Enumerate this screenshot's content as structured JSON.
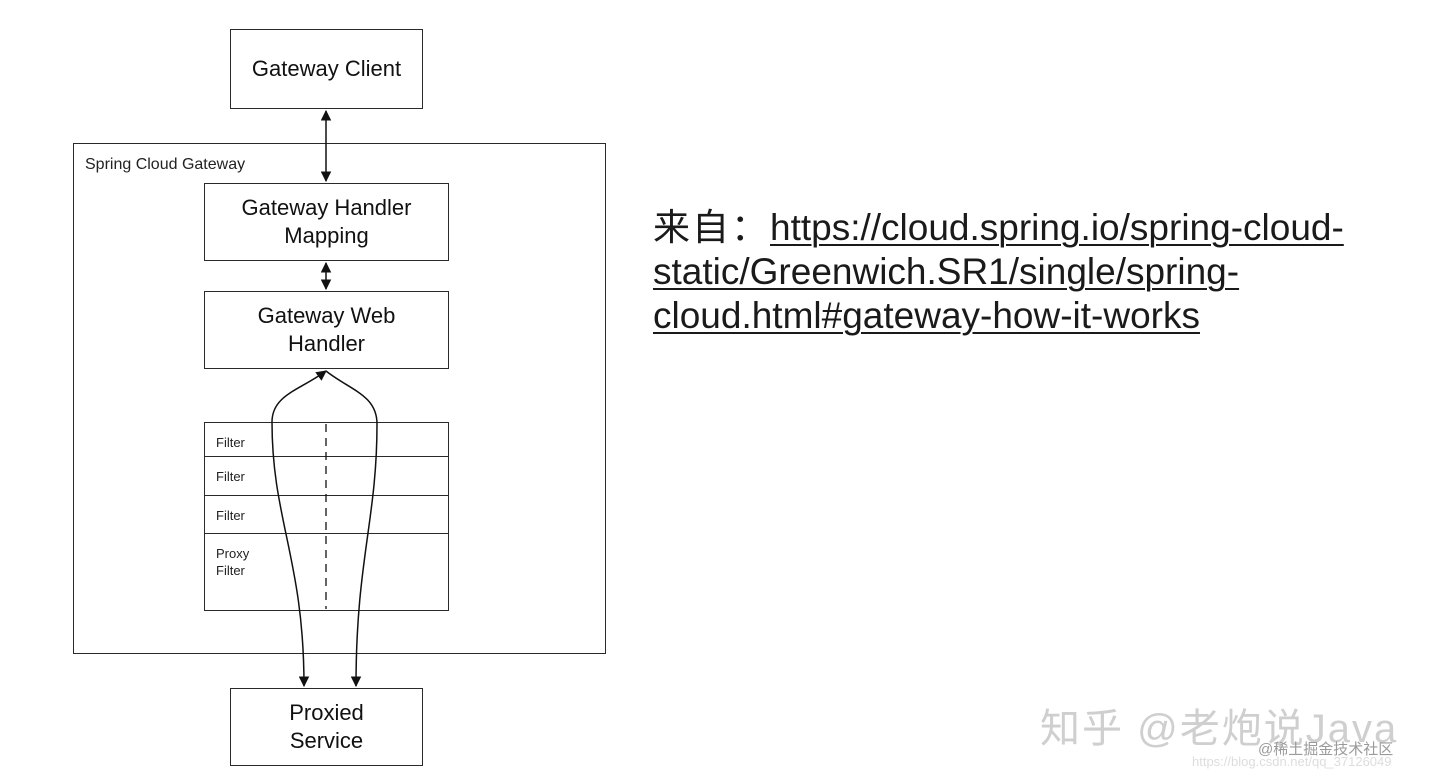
{
  "diagram": {
    "client_label": "Gateway Client",
    "frame_label": "Spring Cloud Gateway",
    "handler_mapping_label": "Gateway Handler\nMapping",
    "web_handler_label": "Gateway Web\nHandler",
    "filters": [
      "Filter",
      "Filter",
      "Filter",
      "Proxy\nFilter"
    ],
    "proxied_label": "Proxied\nService"
  },
  "source": {
    "prefix": "来自：",
    "url": "https://cloud.spring.io/spring-cloud-static/Greenwich.SR1/single/spring-cloud.html#gateway-how-it-works"
  },
  "watermark": {
    "main": "知乎 @老炮说Java",
    "sub": "@稀土掘金技术社区",
    "url": "https://blog.csdn.net/qq_37126049"
  },
  "icons": {
    "cursor": "mouse-pointer-icon"
  }
}
